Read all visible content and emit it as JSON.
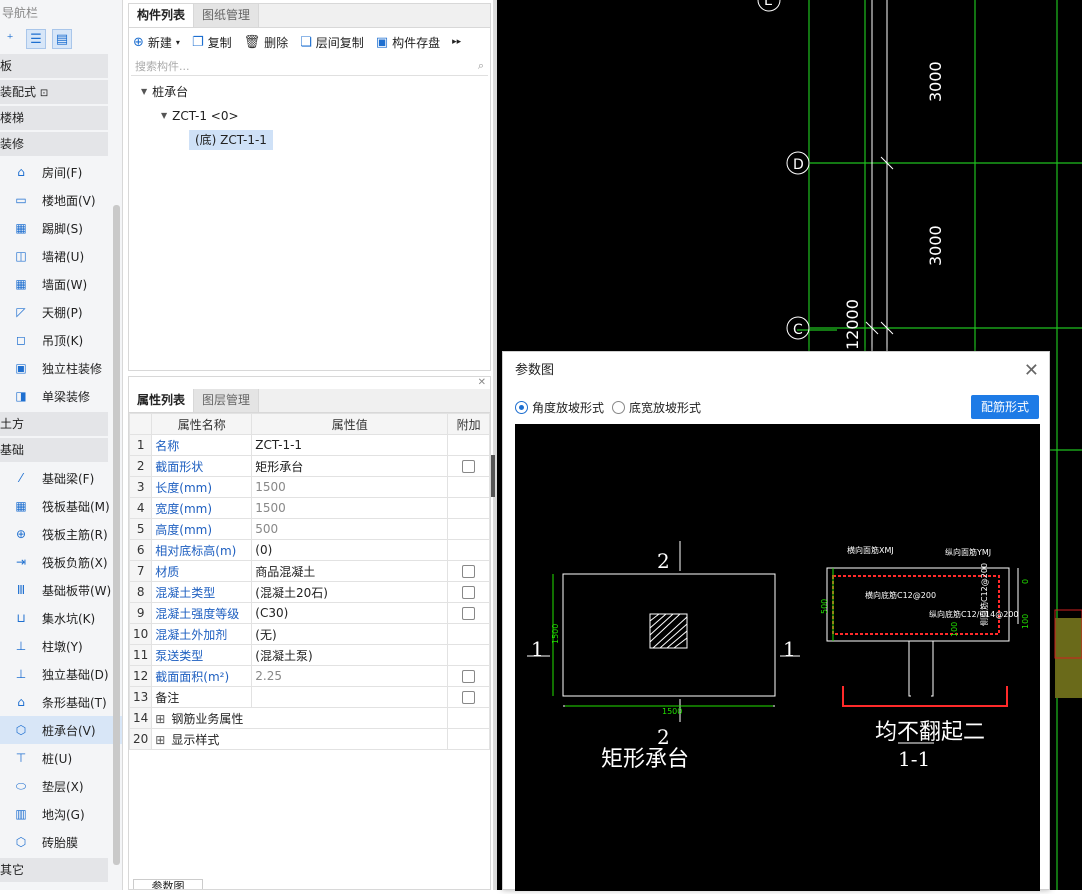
{
  "nav": {
    "title": "导航栏",
    "categories": {
      "slab": "板",
      "prefab": "装配式",
      "stairs": "楼梯",
      "decoration": "装修",
      "earthwork": "土方",
      "foundation": "基础",
      "other": "其它"
    },
    "decoration_items": [
      "房间(F)",
      "楼地面(V)",
      "踢脚(S)",
      "墙裙(U)",
      "墙面(W)",
      "天棚(P)",
      "吊顶(K)",
      "独立柱装修",
      "单梁装修"
    ],
    "foundation_items": [
      "基础梁(F)",
      "筏板基础(M)",
      "筏板主筋(R)",
      "筏板负筋(X)",
      "基础板带(W)",
      "集水坑(K)",
      "柱墩(Y)",
      "独立基础(D)",
      "条形基础(T)",
      "桩承台(V)",
      "桩(U)",
      "垫层(X)",
      "地沟(G)",
      "砖胎膜"
    ]
  },
  "component_panel": {
    "tabs": [
      "构件列表",
      "图纸管理"
    ],
    "toolbar": {
      "new": "新建",
      "copy": "复制",
      "delete": "删除",
      "floor_copy": "层间复制",
      "save": "构件存盘"
    },
    "search_placeholder": "搜索构件...",
    "tree": {
      "root": "桩承台",
      "child": "ZCT-1 <0>",
      "leaf": "(底) ZCT-1-1"
    }
  },
  "property_panel": {
    "tabs": [
      "属性列表",
      "图层管理"
    ],
    "headers": {
      "name": "属性名称",
      "value": "属性值",
      "extra": "附加"
    },
    "rows": [
      {
        "n": "1",
        "name": "名称",
        "value": "ZCT-1-1",
        "check": false,
        "blue": true,
        "grey": false
      },
      {
        "n": "2",
        "name": "截面形状",
        "value": "矩形承台",
        "check": true,
        "blue": true,
        "grey": false
      },
      {
        "n": "3",
        "name": "长度(mm)",
        "value": "1500",
        "check": false,
        "blue": true,
        "grey": true
      },
      {
        "n": "4",
        "name": "宽度(mm)",
        "value": "1500",
        "check": false,
        "blue": true,
        "grey": true
      },
      {
        "n": "5",
        "name": "高度(mm)",
        "value": "500",
        "check": false,
        "blue": true,
        "grey": true
      },
      {
        "n": "6",
        "name": "相对底标高(m)",
        "value": "(0)",
        "check": false,
        "blue": true,
        "grey": false
      },
      {
        "n": "7",
        "name": "材质",
        "value": "商品混凝土",
        "check": true,
        "blue": true,
        "grey": false
      },
      {
        "n": "8",
        "name": "混凝土类型",
        "value": "(混凝土20石)",
        "check": true,
        "blue": true,
        "grey": false
      },
      {
        "n": "9",
        "name": "混凝土强度等级",
        "value": "(C30)",
        "check": true,
        "blue": true,
        "grey": false
      },
      {
        "n": "10",
        "name": "混凝土外加剂",
        "value": "(无)",
        "check": false,
        "blue": true,
        "grey": false
      },
      {
        "n": "11",
        "name": "泵送类型",
        "value": "(混凝土泵)",
        "check": false,
        "blue": true,
        "grey": false
      },
      {
        "n": "12",
        "name": "截面面积(m²)",
        "value": "2.25",
        "check": true,
        "blue": true,
        "grey": true
      },
      {
        "n": "13",
        "name": "备注",
        "value": "",
        "check": true,
        "blue": false,
        "grey": false
      },
      {
        "n": "14",
        "name": "钢筋业务属性",
        "value": "",
        "check": false,
        "blue": false,
        "grey": false,
        "expand": true
      },
      {
        "n": "20",
        "name": "显示样式",
        "value": "",
        "check": false,
        "blue": false,
        "grey": false,
        "expand": true
      }
    ],
    "bottom_tab": "参数图"
  },
  "cad": {
    "axis_labels": [
      "E",
      "D",
      "C"
    ],
    "dims": [
      "3000",
      "3000",
      "12000"
    ]
  },
  "dialog": {
    "title": "参数图",
    "radio_angle": "角度放坡形式",
    "radio_width": "底宽放坡形式",
    "button": "配筋形式",
    "drawing": {
      "plan_title": "矩形承台",
      "section_title": "均不翻起二",
      "section_label": "1-1",
      "mark_1": "1",
      "mark_2": "2",
      "dim_1500": "1500",
      "dim_500": "500",
      "dim_0": "0",
      "dim_100": "100",
      "top_h_bar": "横向面筋XMJ",
      "top_v_bar": "纵向面筋YMJ",
      "bot_h_bar": "横向底筋C12@200",
      "bot_v_bar": "纵向底筋C12/C14@200",
      "side_bar": "侧面筋C12@200",
      "colors": {
        "line": "#ffffff",
        "dim": "#22e000",
        "rebar": "#ff2a2a",
        "label": "#ffff00"
      }
    }
  }
}
